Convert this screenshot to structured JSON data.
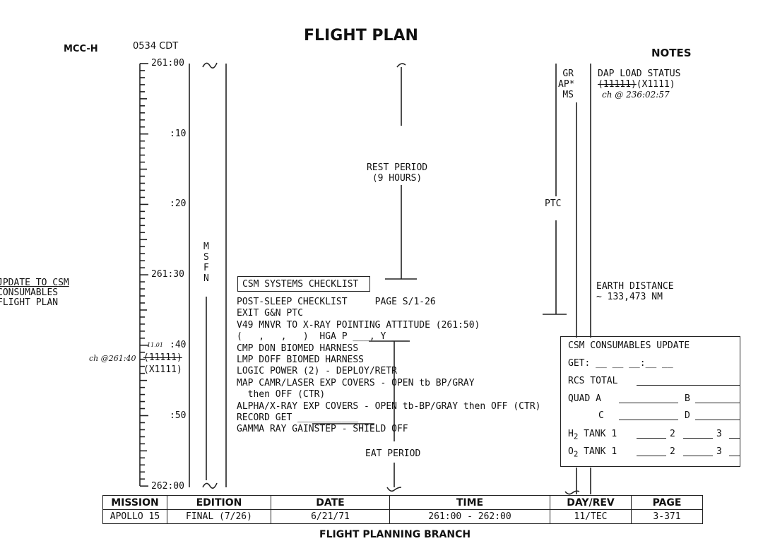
{
  "header": {
    "title": "FLIGHT PLAN",
    "station": "MCC-H",
    "time": "0534 CDT",
    "notes_label": "NOTES"
  },
  "timeline": {
    "labels": [
      "261:00",
      ":10",
      ":20",
      ":30",
      ":40",
      ":50",
      "262:00"
    ],
    "label_261_30": "261:30"
  },
  "left_notes": {
    "lines": [
      "JPDATE TO CSM",
      "CONSUMABLES",
      "FLIGHT PLAN"
    ],
    "handwritten": "ch @261:40",
    "hand_small": "11.01",
    "strike_value": "(11111)",
    "new_value": "(X1111)"
  },
  "msfn": [
    "M",
    "S",
    "F",
    "N"
  ],
  "rest_period": [
    "REST PERIOD",
    "(9 HOURS)"
  ],
  "ptc_label": "PTC",
  "checklist": {
    "title": "CSM SYSTEMS CHECKLIST",
    "lines": [
      "POST-SLEEP CHECKLIST     PAGE S/1-26",
      "EXIT G&N PTC",
      "V49 MNVR TO X-RAY POINTING ATTITUDE (261:50)",
      "(   ,   ,   )  HGA P ___, Y ___",
      "CMP DON BIOMED HARNESS",
      "LMP DOFF BIOMED HARNESS",
      "LOGIC POWER (2) - DEPLOY/RETR",
      "MAP CAMR/LASER EXP COVERS - OPEN tb BP/GRAY",
      "  then OFF (CTR)",
      "ALPHA/X-RAY EXP COVERS - OPEN tb-BP/GRAY then OFF (CTR)",
      "RECORD GET ___________",
      "GAMMA RAY GAINSTEP - SHIELD OFF"
    ]
  },
  "eat_period": "EAT PERIOD",
  "notes": {
    "crew": [
      "GR",
      "AP*",
      "MS"
    ],
    "dap_title": "DAP LOAD STATUS",
    "dap_old": "(11111)",
    "dap_new": "(X1111)",
    "dap_hand": "ch @ 236:02:57",
    "earth_distance": [
      "EARTH DISTANCE",
      "~ 133,473 NM"
    ]
  },
  "consumables": {
    "title": "CSM CONSUMABLES UPDATE",
    "get": "GET: __ __ __:__ __",
    "rcs": "RCS TOTAL",
    "quad_a": "QUAD A",
    "b": "B",
    "c": "C",
    "d": "D",
    "h2": "H",
    "h2_sub": "2",
    "o2": "O",
    "o2_sub": "2",
    "tank": "TANK 1",
    "n2": "2",
    "n3": "3"
  },
  "footer": {
    "headers": [
      "MISSION",
      "EDITION",
      "DATE",
      "TIME",
      "DAY/REV",
      "PAGE"
    ],
    "values": [
      "APOLLO 15",
      "FINAL (7/26)",
      "6/21/71",
      "261:00 - 262:00",
      "11/TEC",
      "3-371"
    ],
    "branch": "FLIGHT PLANNING BRANCH"
  }
}
